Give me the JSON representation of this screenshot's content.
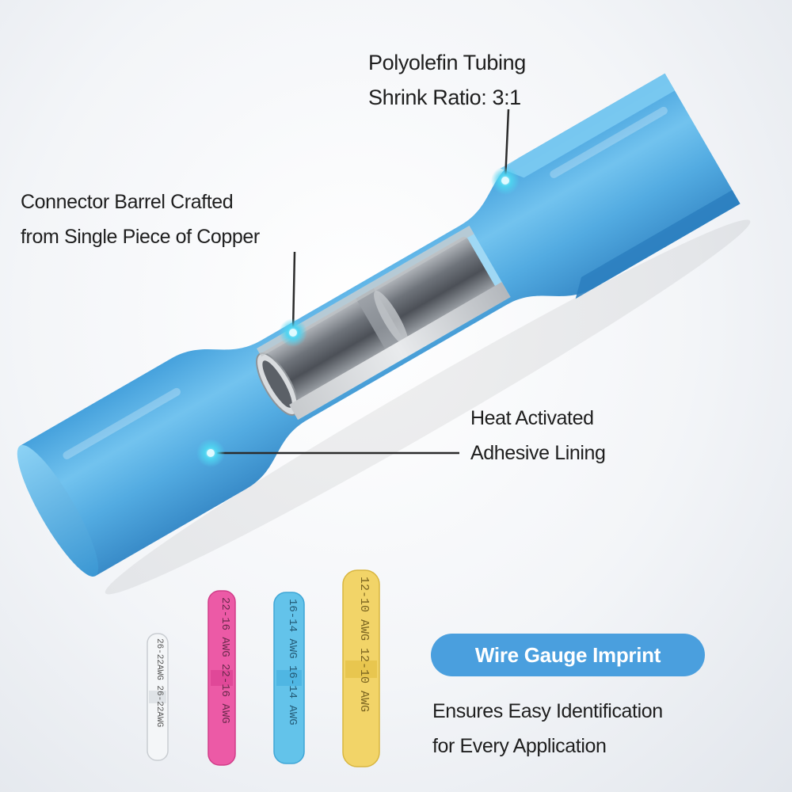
{
  "callouts": {
    "tubing": {
      "line1": "Polyolefin Tubing",
      "line2": "Shrink Ratio: 3:1"
    },
    "barrel": {
      "line1": "Connector Barrel Crafted",
      "line2": "from Single Piece of Copper"
    },
    "adhesive": {
      "line1": "Heat Activated",
      "line2": "Adhesive Lining"
    }
  },
  "feature": {
    "badge": "Wire Gauge Imprint",
    "line1": "Ensures Easy Identification",
    "line2": "for Every Application"
  },
  "connectors": [
    {
      "name": "white",
      "imprint": "26-22AWG 26-22AWG",
      "color": "#f4f6f8"
    },
    {
      "name": "pink",
      "imprint": "22-16 AWG 22-16 AWG",
      "color": "#ec5aa6"
    },
    {
      "name": "blue",
      "imprint": "16-14 AWG 16-14 AWG",
      "color": "#63c3ea"
    },
    {
      "name": "yellow",
      "imprint": "12-10 AWG 12-10 AWG",
      "color": "#f2d468"
    }
  ],
  "colors": {
    "tube_blue": "#4aa7e0",
    "badge_blue": "#4a9fde",
    "copper_gray": "#7d8288",
    "dot_cyan": "#4fd3f0"
  }
}
